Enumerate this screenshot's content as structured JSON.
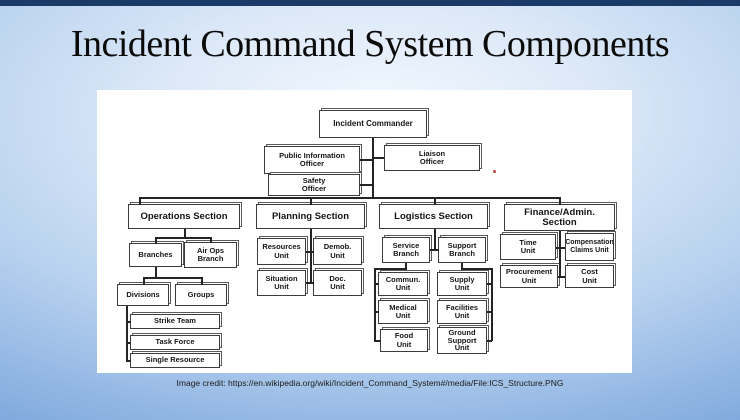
{
  "slide": {
    "title": "Incident Command System Components",
    "caption": "Image credit: https://en.wikipedia.org/wiki/Incident_Command_System#/media/File:ICS_Structure.PNG"
  },
  "colors": {
    "top_bar_navy": "#1a3a67",
    "slide_blue_edge": "#4d82c2",
    "slide_light_center": "#f3f8fe",
    "box_border": "#3c3c3c",
    "annotation_red": "#c0504d"
  },
  "org_chart": {
    "nodes": {
      "incident_commander": "Incident Commander",
      "public_information_officer": "Public Information\nOfficer",
      "liaison_officer": "Liaison\nOfficer",
      "safety_officer": "Safety\nOfficer",
      "operations_section": "Operations Section",
      "planning_section": "Planning Section",
      "logistics_section": "Logistics Section",
      "finance_admin_section": "Finance/Admin.\nSection",
      "branches": "Branches",
      "air_ops_branch": "Air Ops\nBranch",
      "divisions": "Divisions",
      "groups": "Groups",
      "strike_team": "Strike Team",
      "task_force": "Task Force",
      "single_resource": "Single Resource",
      "resources_unit": "Resources\nUnit",
      "demob_unit": "Demob.\nUnit",
      "situation_unit": "Situation\nUnit",
      "doc_unit": "Doc.\nUnit",
      "service_branch": "Service\nBranch",
      "support_branch": "Support\nBranch",
      "commun_unit": "Commun.\nUnit",
      "supply_unit": "Supply\nUnit",
      "medical_unit": "Medical\nUnit",
      "facilities_unit": "Facilities\nUnit",
      "food_unit": "Food\nUnit",
      "ground_support_unit": "Ground\nSupport\nUnit",
      "time_unit": "Time\nUnit",
      "compensation_claims_unit": "Compensation\nClaims Unit",
      "procurement_unit": "Procurement\nUnit",
      "cost_unit": "Cost\nUnit"
    }
  }
}
